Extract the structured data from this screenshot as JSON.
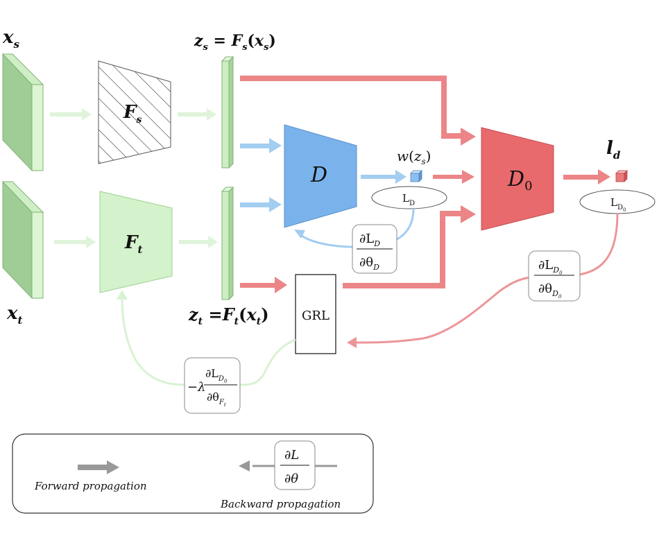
{
  "inputs": {
    "source_var": "x",
    "source_sub": "s",
    "target_var": "x",
    "target_sub": "t"
  },
  "extractors": {
    "source_main": "F",
    "source_sub": "s",
    "target_main": "F",
    "target_sub": "t"
  },
  "features": {
    "source_equation": {
      "lhs": "z",
      "lhs_sub": "s",
      "eq": " = ",
      "func": "F",
      "func_sub": "s",
      "arg": "x",
      "arg_sub": "s"
    },
    "target_equation": {
      "lhs": "z",
      "lhs_sub": "t",
      "eq": " =",
      "func": "F",
      "func_sub": "t",
      "arg": "x",
      "arg_sub": "t"
    }
  },
  "discriminator": {
    "label": "D"
  },
  "discriminator0": {
    "label": "D",
    "sub": "0"
  },
  "weight": {
    "func": "w",
    "arg": "z",
    "arg_sub": "s"
  },
  "loss_d": {
    "main": "L",
    "sub": "D"
  },
  "loss_d0": {
    "main": "L",
    "sub": "D",
    "subsub": "0"
  },
  "output": {
    "main": "l",
    "sub": "d"
  },
  "grl": {
    "label": "GRL"
  },
  "grad_d": {
    "num": "∂L",
    "num_sub": "D",
    "den": "∂θ",
    "den_sub": "D"
  },
  "grad_d0": {
    "num": "∂L",
    "num_sub": "D",
    "num_subsub": "0",
    "den": "∂θ",
    "den_sub": "D",
    "den_subsub": "0"
  },
  "grad_f": {
    "prefix": "−λ",
    "num": "∂L",
    "num_sub": "D",
    "num_subsub": "0",
    "den": "∂θ",
    "den_sub": "F",
    "den_subsub": "t"
  },
  "legend": {
    "forward_label": "Forward propagation",
    "backward_label": "Backward propagation",
    "grad_num": "∂L",
    "grad_den": "∂θ"
  },
  "colors": {
    "green_fill": "#a9d4a0",
    "green_light": "#d7f2d0",
    "blue_fill": "#7fb5ea",
    "red_fill": "#e8696b",
    "red_arrow": "#ec8a8c",
    "blue_arrow": "#9ccaf0",
    "green_arrow": "#d8f2d2",
    "gray_arrow": "#999999"
  }
}
